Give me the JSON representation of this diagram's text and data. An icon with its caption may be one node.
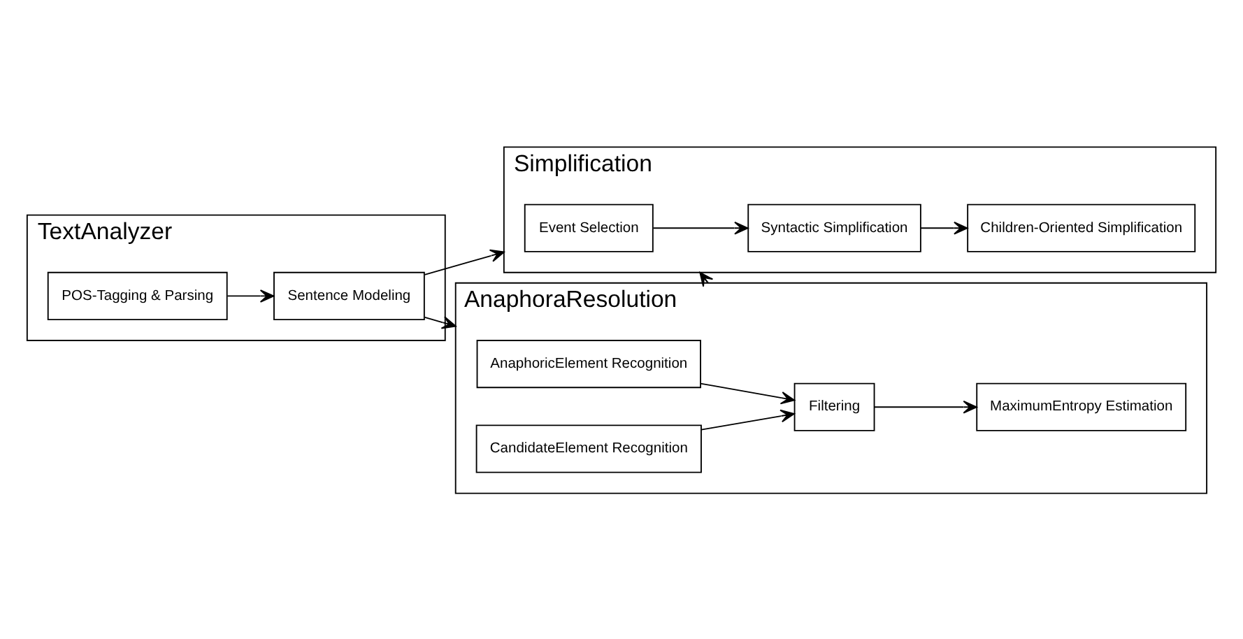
{
  "diagram": {
    "nodes": [
      {
        "text": [
          "TextAnalyzer"
        ]
      },
      {
        "text": [
          "POS-Tagging & Parsing"
        ],
        "in": 0
      },
      {
        "text": [
          "Sentence Modeling"
        ],
        "in": 0
      },
      {
        "text": [
          "Simplification"
        ]
      },
      {
        "text": [
          "Event Selection"
        ],
        "in": 3
      },
      {
        "text": [
          "Syntactic Simplification"
        ],
        "in": 3
      },
      {
        "text": [
          "Children-Oriented Simplification"
        ],
        "in": 3
      },
      {
        "text": [
          "AnaphoraResolution"
        ]
      },
      {
        "text": [
          "AnaphoricElement Recognition"
        ],
        "in": 7
      },
      {
        "text": [
          "CandidateElement Recognition"
        ],
        "in": 7
      },
      {
        "text": [
          "Filtering"
        ],
        "in": 7
      },
      {
        "text": [
          "MaximumEntropy Estimation"
        ],
        "in": 7
      }
    ],
    "edges": [
      {
        "from": 1,
        "to": 2,
        "arrow": "to"
      },
      {
        "from": 2,
        "to": 3,
        "arrow": "to"
      },
      {
        "from": 2,
        "to": 7,
        "arrow": "to"
      },
      {
        "from": 4,
        "to": 5,
        "arrow": "to"
      },
      {
        "from": 5,
        "to": 6,
        "arrow": "to"
      },
      {
        "from": 8,
        "to": 10,
        "arrow": "to"
      },
      {
        "from": 9,
        "to": 10,
        "arrow": "to"
      },
      {
        "from": 10,
        "to": 11,
        "arrow": "to"
      },
      {
        "from": 7,
        "to": 3,
        "arrow": "to",
        "style": "dashed"
      }
    ]
  }
}
